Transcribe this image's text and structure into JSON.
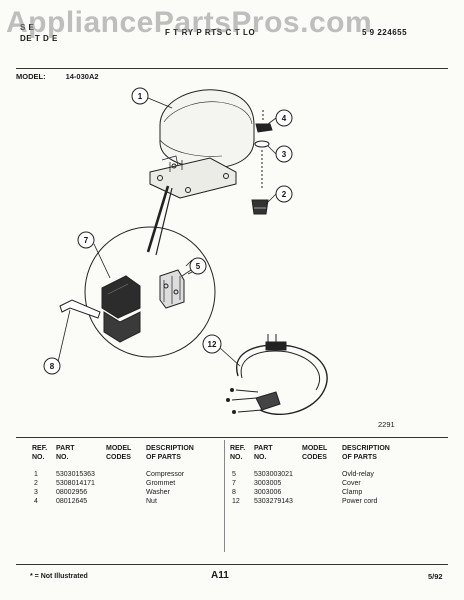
{
  "watermark": "AppliancePartsPros.com",
  "header": {
    "left_line1": "S   E",
    "left_line2": "DE   T   D   E",
    "middle": "F   T   RY   P   RTS   C   T   LO",
    "right": "5  9  224655"
  },
  "model": {
    "label": "MODEL:",
    "value": "14-030A2"
  },
  "figure_number": "2291",
  "callouts": [
    "1",
    "4",
    "3",
    "2",
    "7",
    "5",
    "8",
    "12"
  ],
  "table_left": {
    "headers": {
      "ref_no": "REF.\nNO.",
      "part_no": "PART\nNO.",
      "model_codes": "MODEL\nCODES",
      "description": "DESCRIPTION\nOF PARTS"
    },
    "rows": [
      {
        "ref": "1",
        "part": "5303015363",
        "desc": "Compressor"
      },
      {
        "ref": "2",
        "part": "5308014171",
        "desc": "Grommet"
      },
      {
        "ref": "3",
        "part": "08002956",
        "desc": "Washer"
      },
      {
        "ref": "4",
        "part": "08012645",
        "desc": "Nut"
      }
    ]
  },
  "table_right": {
    "headers": {
      "ref_no": "REF.\nNO.",
      "part_no": "PART\nNO.",
      "model_codes": "MODEL\nCODES",
      "description": "DESCRIPTION\nOF PARTS"
    },
    "rows": [
      {
        "ref": "5",
        "part": "5303003021",
        "desc": "Ovld-relay"
      },
      {
        "ref": "7",
        "part": "3003005",
        "desc": "Cover"
      },
      {
        "ref": "8",
        "part": "3003006",
        "desc": "Clamp"
      },
      {
        "ref": "12",
        "part": "5303279143",
        "desc": "Power cord"
      }
    ]
  },
  "footer": {
    "note": "* = Not Illustrated",
    "page": "A11",
    "date": "5/92"
  }
}
